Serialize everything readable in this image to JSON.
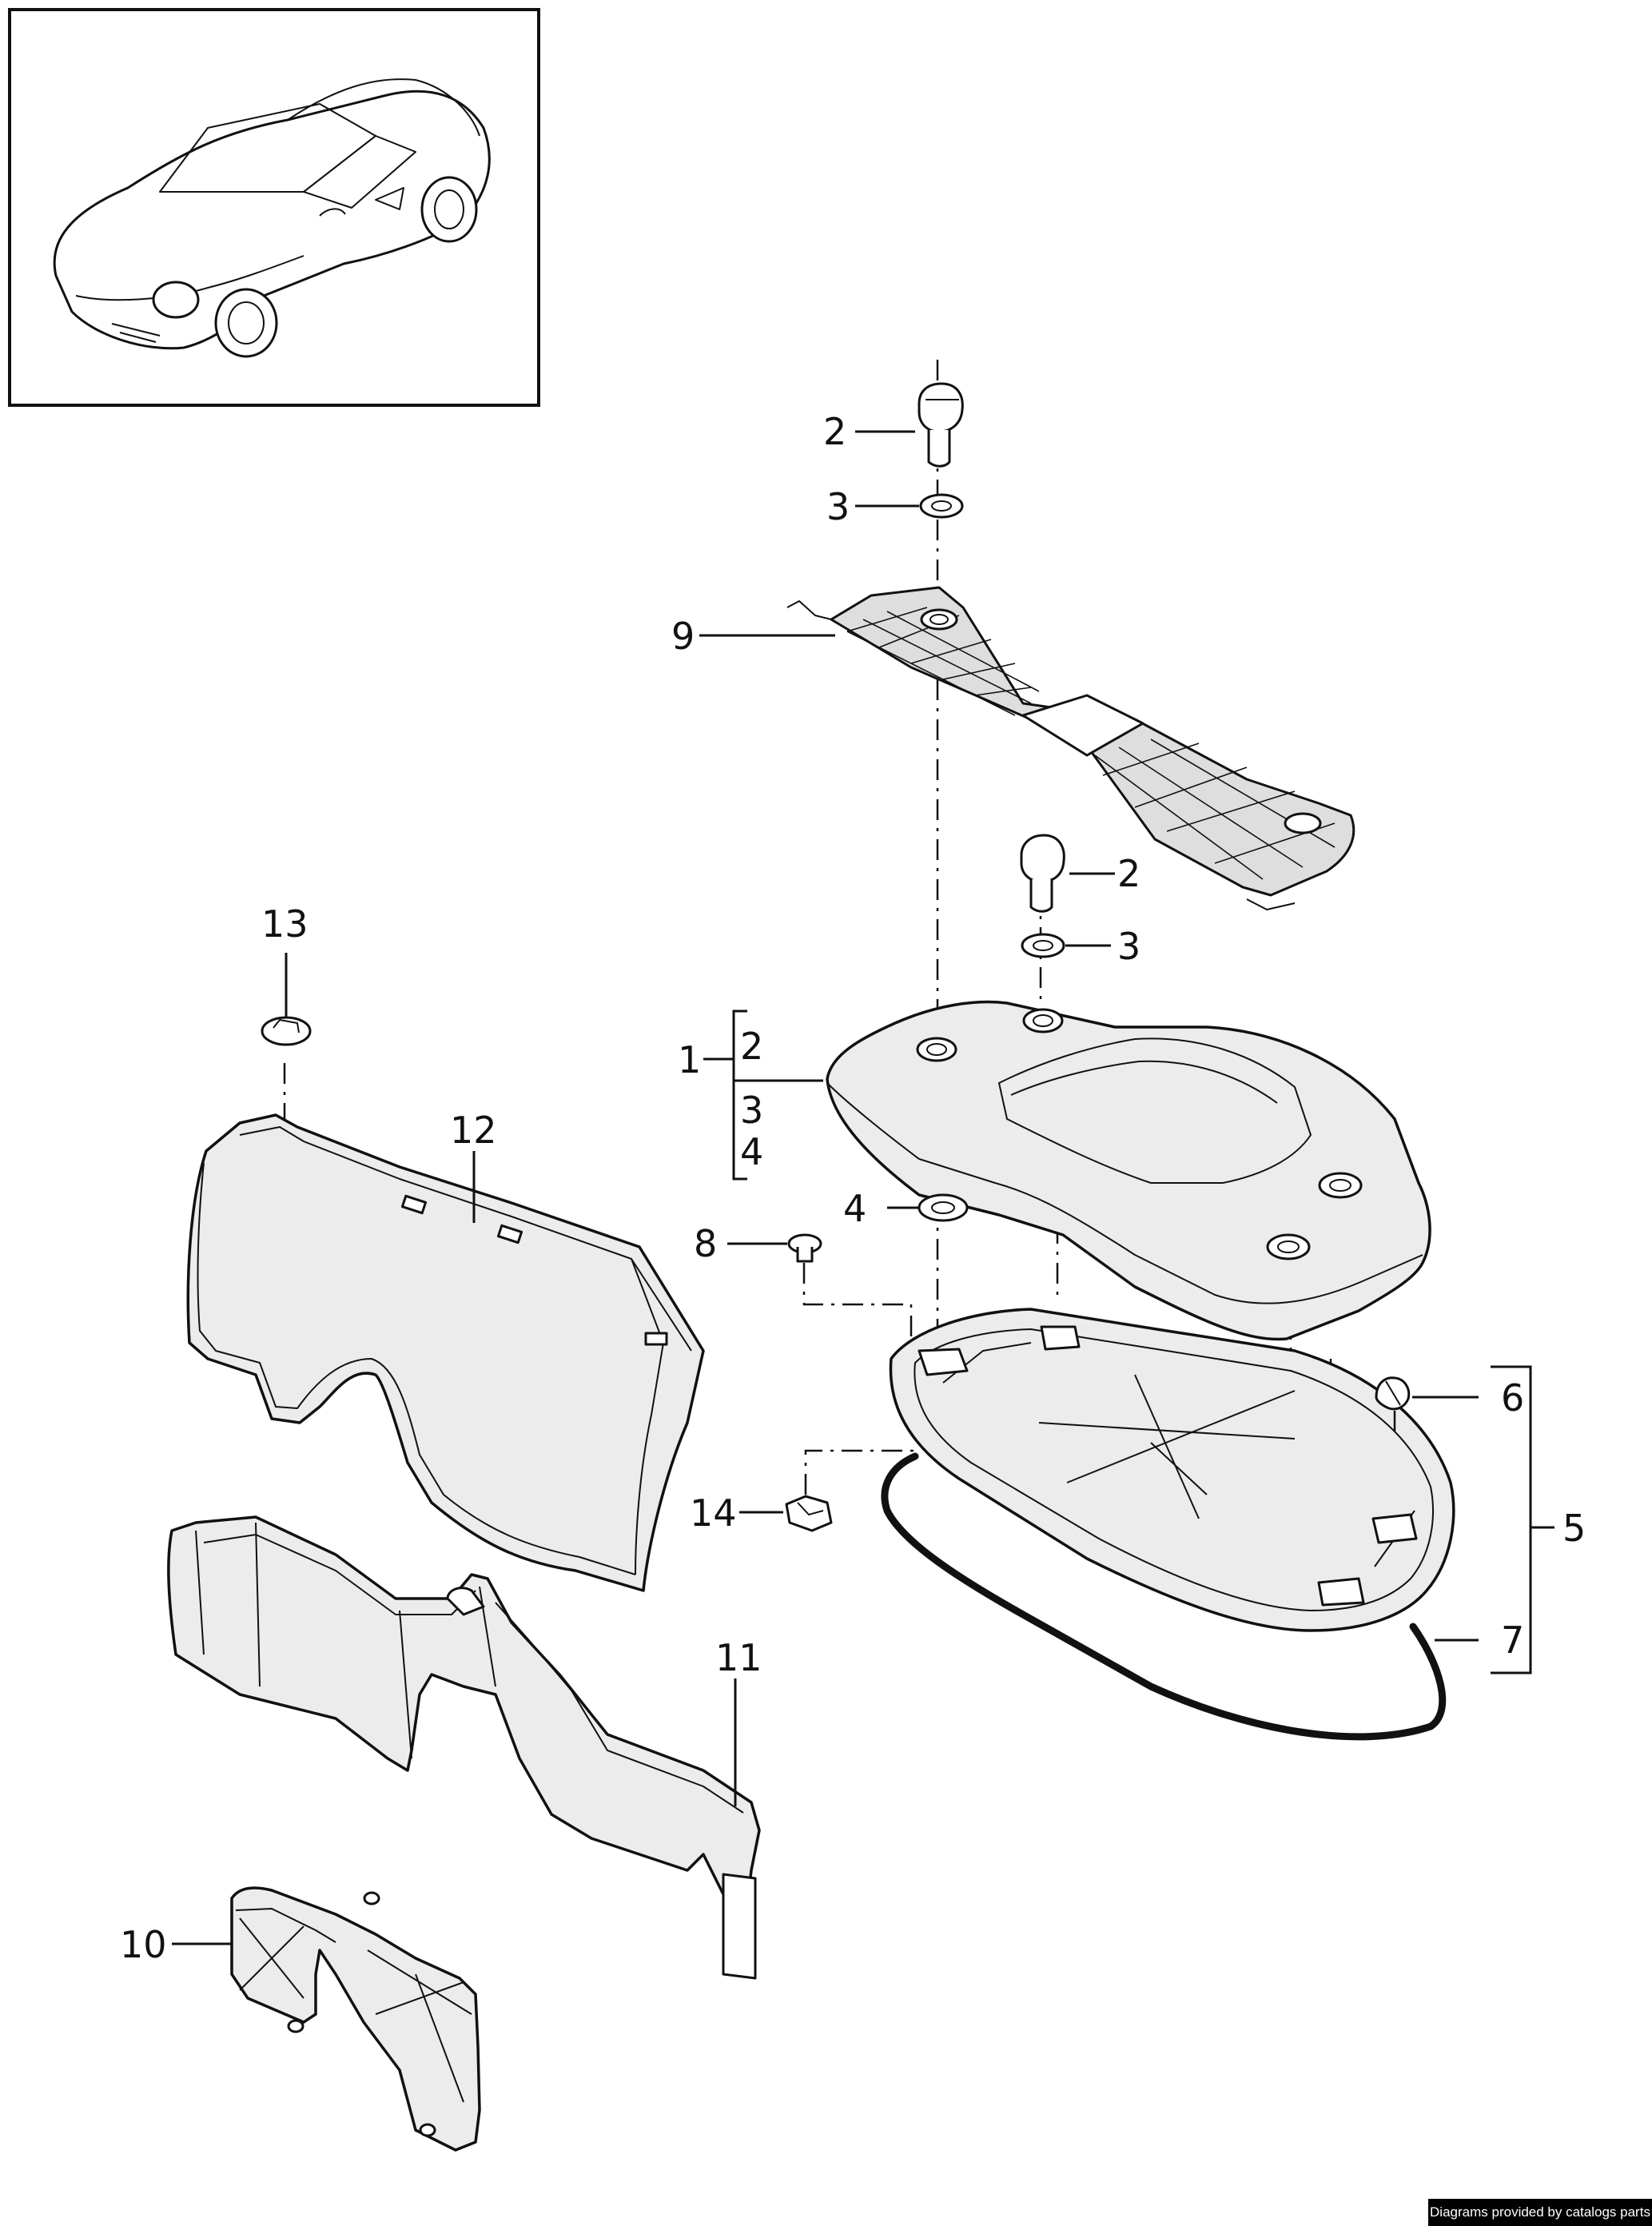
{
  "callouts": {
    "c1": "1",
    "c1_sub2": "2",
    "c1_sub3": "3",
    "c1_sub4": "4",
    "c2a": "2",
    "c2b": "2",
    "c3a": "3",
    "c3b": "3",
    "c4": "4",
    "c5": "5",
    "c6": "6",
    "c7": "7",
    "c8": "8",
    "c9": "9",
    "c10": "10",
    "c11": "11",
    "c12": "12",
    "c13": "13",
    "c14": "14"
  },
  "credit": "Diagrams provided by catalogs parts"
}
